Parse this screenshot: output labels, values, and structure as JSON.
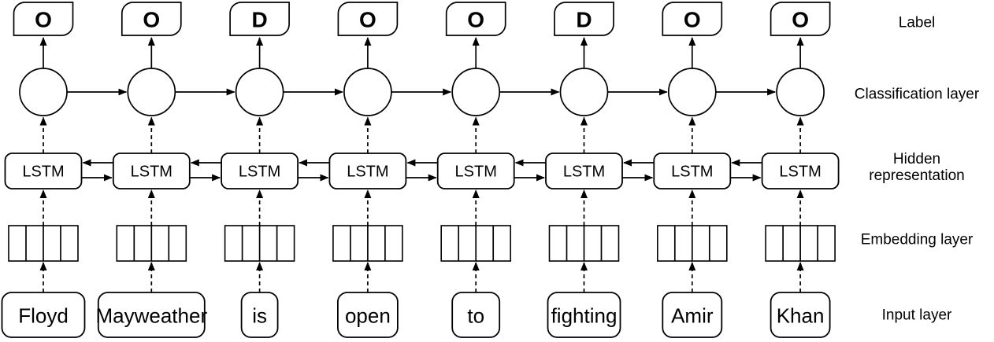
{
  "diagram": {
    "type": "bilstm-sequence-labeling",
    "colors": {
      "stroke": "#000000",
      "shape_fill": "#ffffff",
      "text": "#000000",
      "background": "#ffffff"
    },
    "lstm_label": "LSTM",
    "embedding_cells": 4,
    "tokens": [
      {
        "word": "Floyd",
        "label": "O",
        "word_box_width": 105
      },
      {
        "word": "Mayweather",
        "label": "O",
        "word_box_width": 135
      },
      {
        "word": "is",
        "label": "D",
        "word_box_width": 46
      },
      {
        "word": "open",
        "label": "O",
        "word_box_width": 76
      },
      {
        "word": "to",
        "label": "O",
        "word_box_width": 60
      },
      {
        "word": "fighting",
        "label": "D",
        "word_box_width": 92
      },
      {
        "word": "Amir",
        "label": "O",
        "word_box_width": 75
      },
      {
        "word": "Khan",
        "label": "O",
        "word_box_width": 75
      }
    ],
    "layer_labels": {
      "label": "Label",
      "classification": "Classification layer",
      "hidden": "Hidden\nrepresentation",
      "embedding": "Embedding layer",
      "input": "Input layer"
    }
  }
}
